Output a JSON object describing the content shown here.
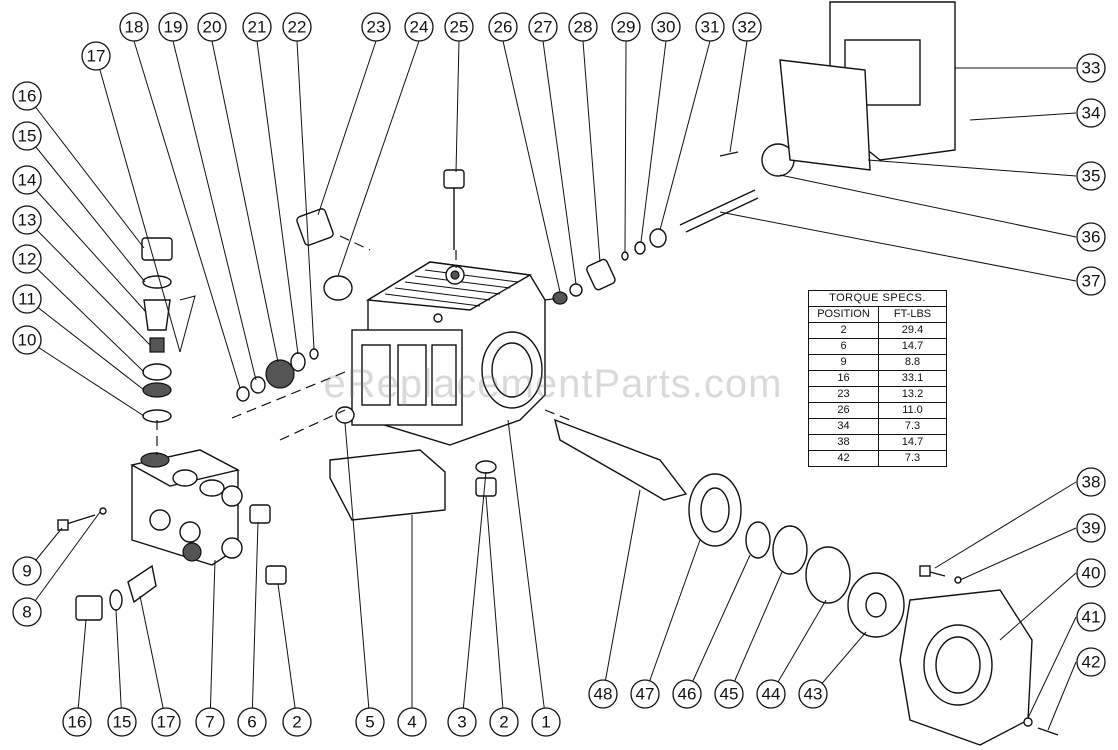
{
  "watermark": "eReplacementParts.com",
  "torque_table": {
    "title": "TORQUE SPECS.",
    "headers": [
      "POSITION",
      "FT-LBS"
    ],
    "rows": [
      [
        "2",
        "29.4"
      ],
      [
        "6",
        "14.7"
      ],
      [
        "9",
        "8.8"
      ],
      [
        "16",
        "33.1"
      ],
      [
        "23",
        "13.2"
      ],
      [
        "26",
        "11.0"
      ],
      [
        "34",
        "7.3"
      ],
      [
        "38",
        "14.7"
      ],
      [
        "42",
        "7.3"
      ]
    ]
  },
  "callouts": {
    "top": [
      "18",
      "19",
      "20",
      "21",
      "22",
      "23",
      "24",
      "25",
      "26",
      "27",
      "28",
      "29",
      "30",
      "31",
      "32"
    ],
    "left": [
      "17",
      "16",
      "15",
      "14",
      "13",
      "12",
      "11",
      "10",
      "9",
      "8"
    ],
    "right": [
      "33",
      "34",
      "35",
      "36",
      "37",
      "38",
      "39",
      "40",
      "41",
      "42"
    ],
    "bottom": [
      "16",
      "15",
      "17",
      "7",
      "6",
      "2",
      "5",
      "4",
      "3",
      "2",
      "1",
      "48",
      "47",
      "46",
      "45",
      "44",
      "43"
    ]
  }
}
